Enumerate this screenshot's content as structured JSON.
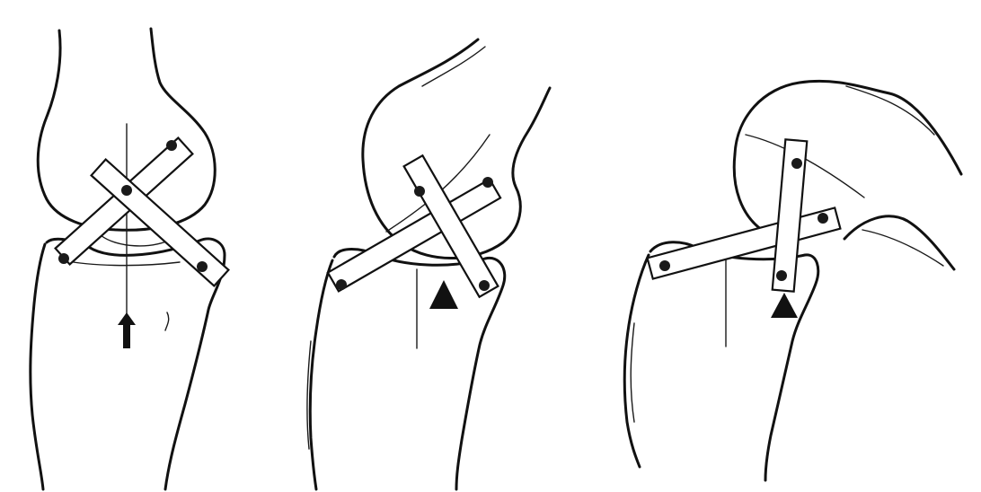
{
  "figure": {
    "panels": [
      {
        "position": "extension",
        "marker": "arrow"
      },
      {
        "position": "partial-flexion",
        "marker": "triangle"
      },
      {
        "position": "deep-flexion",
        "marker": "triangle"
      }
    ],
    "colors": {
      "ink": "#111111",
      "background": "#ffffff"
    }
  }
}
